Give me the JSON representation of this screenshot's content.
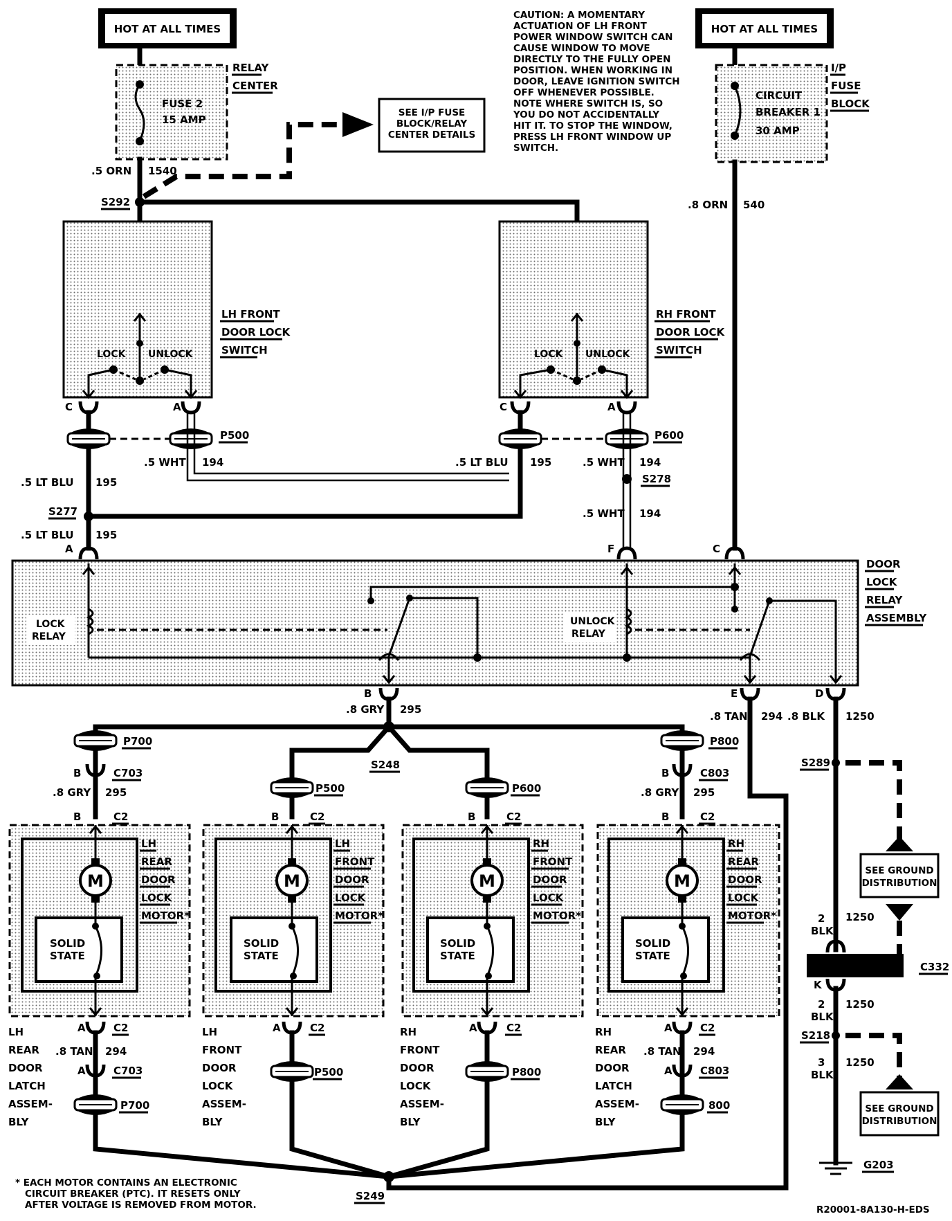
{
  "power_labels": {
    "left": "HOT AT ALL TIMES",
    "right": "HOT AT ALL TIMES"
  },
  "caution_lines": [
    "CAUTION: A MOMENTARY",
    "ACTUATION OF LH FRONT",
    "POWER WINDOW SWITCH CAN",
    "CAUSE WINDOW TO MOVE",
    "DIRECTLY TO THE FULLY OPEN",
    "POSITION. WHEN WORKING IN",
    "DOOR, LEAVE IGNITION SWITCH",
    "OFF WHENEVER POSSIBLE.",
    "NOTE WHERE SWITCH IS, SO",
    "YOU DO NOT ACCIDENTALLY",
    "HIT IT. TO STOP THE WINDOW,",
    "PRESS LH FRONT WINDOW UP",
    "SWITCH."
  ],
  "relay_center": {
    "name": [
      "RELAY",
      "CENTER"
    ],
    "fuse": [
      "FUSE 2",
      "15 AMP"
    ]
  },
  "fuse_block": {
    "name": [
      "I/P",
      "FUSE",
      "BLOCK"
    ],
    "breaker": [
      "CIRCUIT",
      "BREAKER 1",
      "30 AMP"
    ]
  },
  "see_details": [
    "SEE I/P FUSE",
    "BLOCK/RELAY",
    "CENTER DETAILS"
  ],
  "wires": {
    "orn_05": ".5 ORN",
    "c1540": "1540",
    "orn_08": ".8 ORN",
    "c540": "540",
    "ltblu": ".5 LT BLU",
    "c195": "195",
    "wht": ".5 WHT",
    "c194": "194",
    "gry": ".8 GRY",
    "c295": "295",
    "tan": ".8 TAN",
    "c294": "294",
    "blk": ".8 BLK",
    "c1250": "1250",
    "blk2": "2",
    "blk3": "3",
    "blk_word": "BLK"
  },
  "splices": {
    "s292": "S292",
    "s277": "S277",
    "s278": "S278",
    "s248": "S248",
    "s249": "S249",
    "s289": "S289",
    "s218": "S218"
  },
  "connectors": {
    "p500": "P500",
    "p600": "P600",
    "p700": "P700",
    "p800": "P800",
    "p800b": "P800",
    "c703": "C703",
    "c803": "C803",
    "c2": "C2",
    "c332": "C332",
    "k800": "800"
  },
  "pins": {
    "a": "A",
    "b": "B",
    "c": "C",
    "d": "D",
    "e": "E",
    "f": "F",
    "k": "K"
  },
  "switches": {
    "lh": [
      "LH FRONT",
      "DOOR LOCK",
      "SWITCH"
    ],
    "rh": [
      "RH FRONT",
      "DOOR LOCK",
      "SWITCH"
    ],
    "lock": "LOCK",
    "unlock": "UNLOCK"
  },
  "relay_assembly": {
    "name": [
      "DOOR",
      "LOCK",
      "RELAY",
      "ASSEMBLY"
    ],
    "lock": [
      "LOCK",
      "RELAY"
    ],
    "unlock": [
      "UNLOCK",
      "RELAY"
    ]
  },
  "motors": [
    {
      "label": [
        "LH",
        "REAR",
        "DOOR",
        "LOCK",
        "MOTOR*"
      ],
      "latch": [
        "LH",
        "REAR",
        "DOOR",
        "LATCH",
        "ASSEM-",
        "BLY"
      ]
    },
    {
      "label": [
        "LH",
        "FRONT",
        "DOOR",
        "LOCK",
        "MOTOR*"
      ],
      "latch": [
        "LH",
        "FRONT",
        "DOOR",
        "LOCK",
        "ASSEM-",
        "BLY"
      ]
    },
    {
      "label": [
        "RH",
        "FRONT",
        "DOOR",
        "LOCK",
        "MOTOR*"
      ],
      "latch": [
        "RH",
        "FRONT",
        "DOOR",
        "LOCK",
        "ASSEM-",
        "BLY"
      ]
    },
    {
      "label": [
        "RH",
        "REAR",
        "DOOR",
        "LOCK",
        "MOTOR*"
      ],
      "latch": [
        "RH",
        "REAR",
        "DOOR",
        "LATCH",
        "ASSEM-",
        "BLY"
      ]
    }
  ],
  "motor_symbol": "M",
  "solid_state": [
    "SOLID",
    "STATE"
  ],
  "ground": {
    "see": [
      "SEE GROUND",
      "DISTRIBUTION"
    ],
    "g203": "G203"
  },
  "footnote": [
    "* EACH MOTOR CONTAINS AN ELECTRONIC",
    "CIRCUIT BREAKER (PTC). IT RESETS ONLY",
    "AFTER VOLTAGE IS REMOVED FROM MOTOR."
  ],
  "drawing_id": "R20001-8A130-H-EDS"
}
